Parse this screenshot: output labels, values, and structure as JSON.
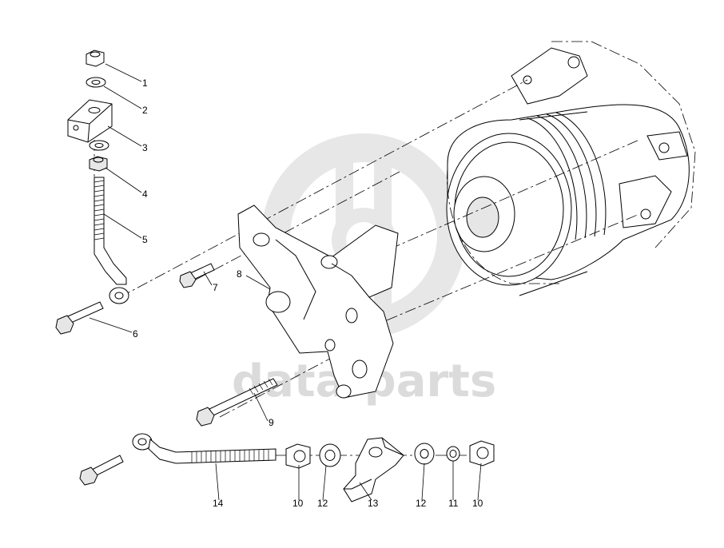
{
  "watermark": {
    "text": "data-parts",
    "color": "#cfcfcf"
  },
  "callouts": [
    {
      "id": "c1",
      "number": "1"
    },
    {
      "id": "c2",
      "number": "2"
    },
    {
      "id": "c3",
      "number": "3"
    },
    {
      "id": "c4",
      "number": "4"
    },
    {
      "id": "c5",
      "number": "5"
    },
    {
      "id": "c6",
      "number": "6"
    },
    {
      "id": "c7",
      "number": "7"
    },
    {
      "id": "c8",
      "number": "8"
    },
    {
      "id": "c9",
      "number": "9"
    },
    {
      "id": "c10a",
      "number": "10"
    },
    {
      "id": "c12a",
      "number": "12"
    },
    {
      "id": "c13",
      "number": "13"
    },
    {
      "id": "c12b",
      "number": "12"
    },
    {
      "id": "c11",
      "number": "11"
    },
    {
      "id": "c10b",
      "number": "10"
    },
    {
      "id": "c14",
      "number": "14"
    }
  ]
}
